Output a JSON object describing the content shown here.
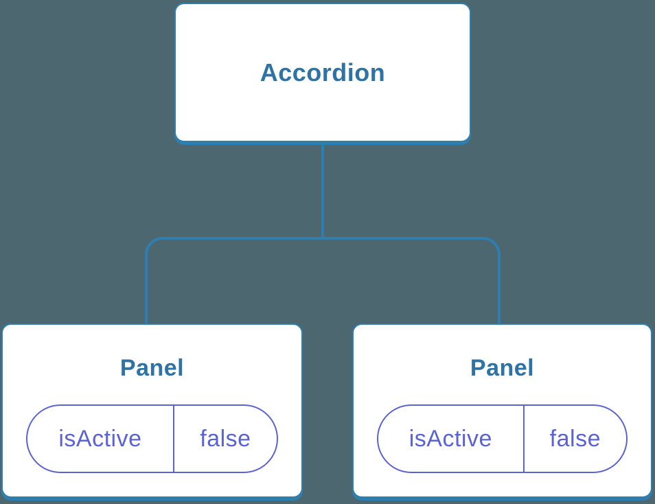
{
  "diagram": {
    "title": "component-state-tree",
    "root": {
      "label": "Accordion"
    },
    "children": [
      {
        "label": "Panel",
        "state": {
          "key": "isActive",
          "value": "false"
        }
      },
      {
        "label": "Panel",
        "state": {
          "key": "isActive",
          "value": "false"
        }
      }
    ]
  },
  "colors": {
    "background": "#4d6771",
    "connector": "#2e7eb0",
    "node_fill": "#ffffff",
    "node_label_text": "#2e73a3",
    "state_accent": "#5b63d3"
  }
}
